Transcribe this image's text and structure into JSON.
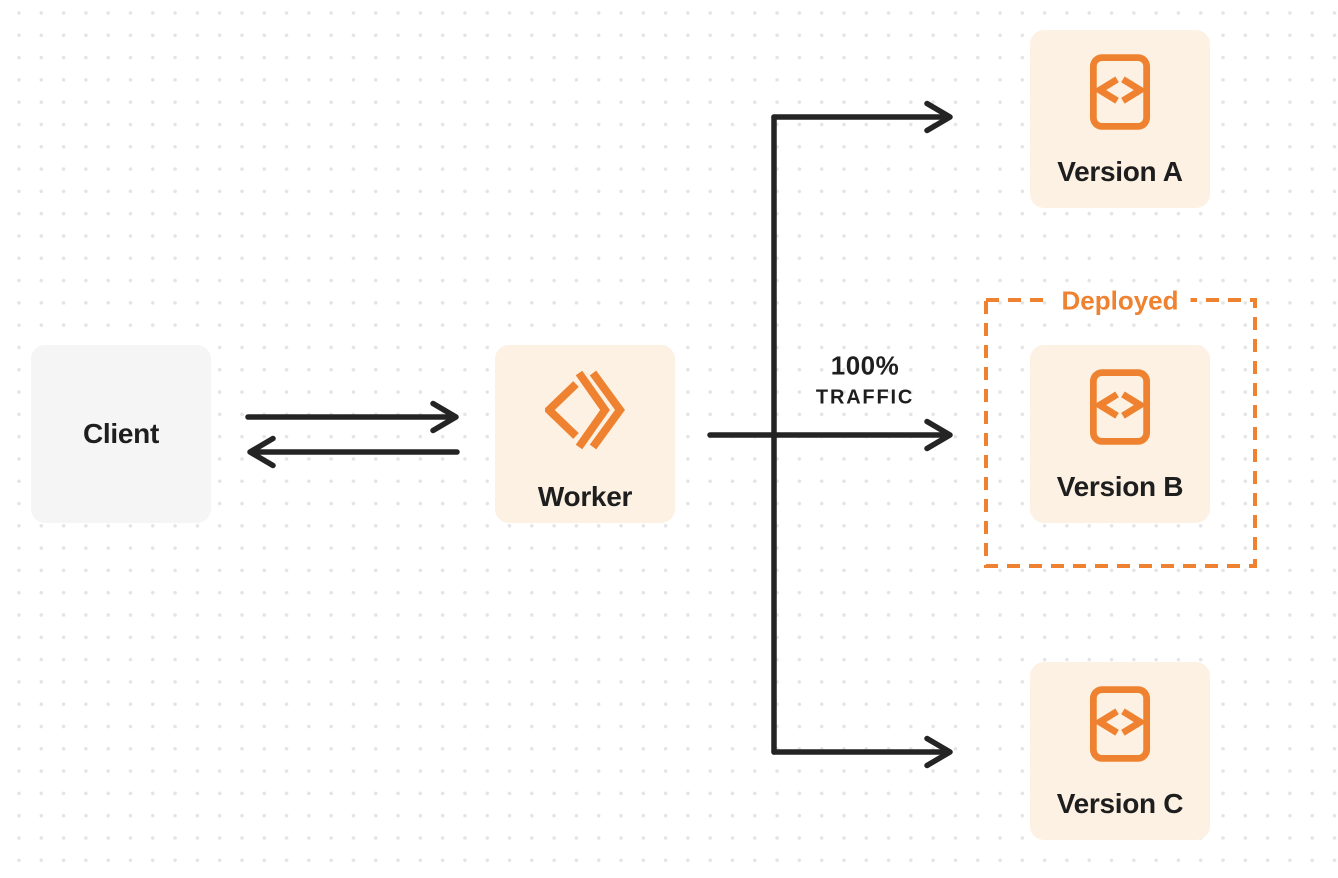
{
  "diagram": {
    "client": {
      "label": "Client"
    },
    "worker": {
      "label": "Worker"
    },
    "versions": [
      {
        "id": "a",
        "label": "Version A",
        "deployed": false
      },
      {
        "id": "b",
        "label": "Version B",
        "deployed": true
      },
      {
        "id": "c",
        "label": "Version C",
        "deployed": false
      }
    ],
    "deployed_badge": "Deployed",
    "traffic_label": {
      "line1": "100%",
      "line2": "TRAFFIC"
    },
    "arrows": [
      "client-to-worker",
      "worker-to-client",
      "worker-to-version-a",
      "worker-to-version-b",
      "worker-to-version-c"
    ]
  },
  "icons": {
    "worker": "cloudflare-workers-icon",
    "version": "code-file-icon"
  },
  "colors": {
    "accent_orange": "#EE8230",
    "node_cream": "#FCF1E2",
    "client_gray": "#F5F5F6",
    "text_dark": "#1E1E1E",
    "arrow_dark": "#242424",
    "dot_gray": "#E4E4E4",
    "page_bg": "#FFFFFF"
  }
}
